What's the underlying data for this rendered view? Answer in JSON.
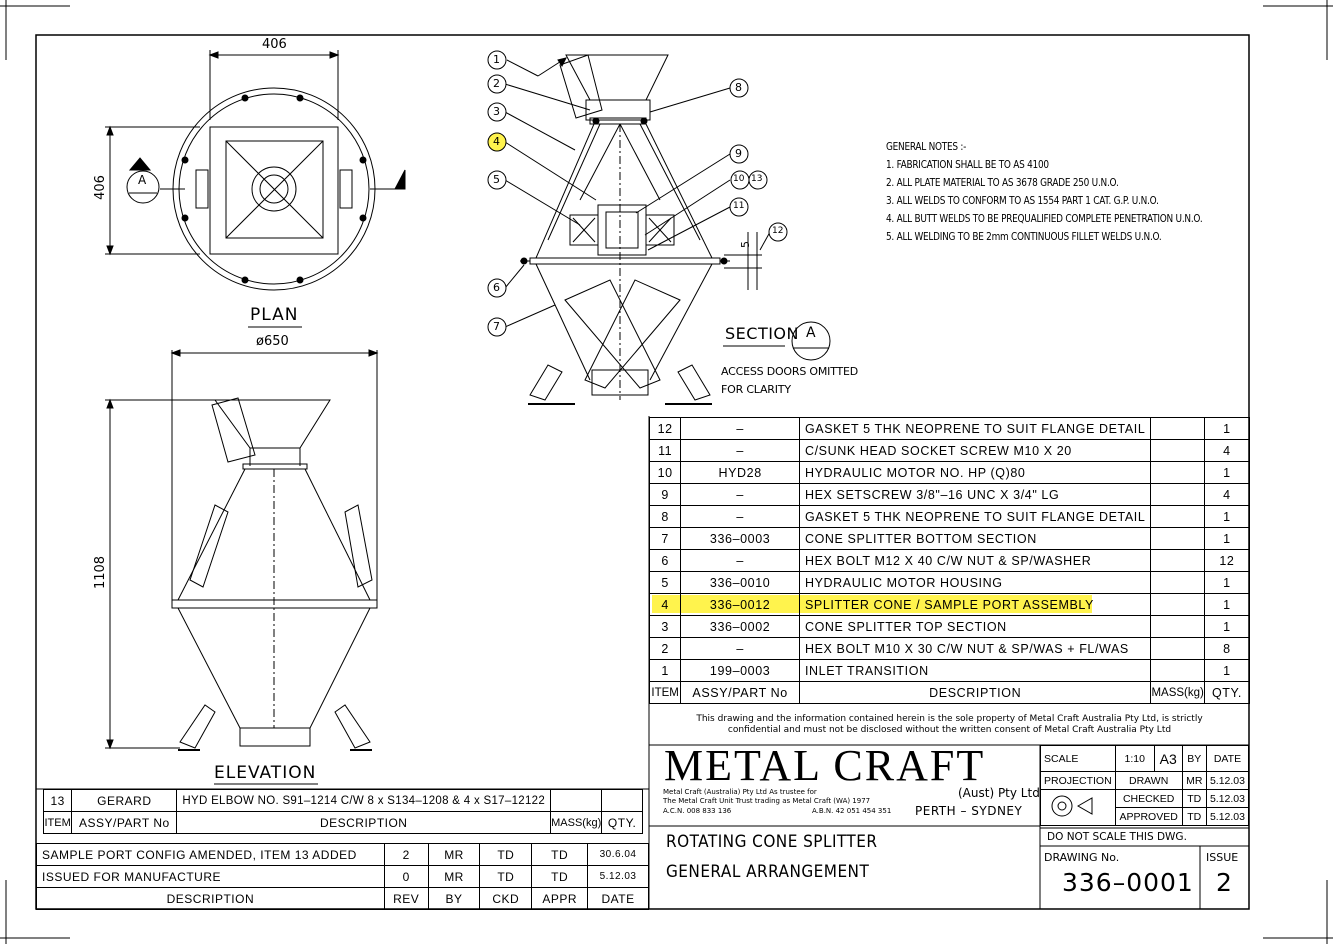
{
  "views": {
    "plan": {
      "label": "PLAN",
      "dim_width": "406",
      "dim_height": "406",
      "dim_dia": "ø650",
      "section_marker": "A"
    },
    "elevation": {
      "label": "ELEVATION",
      "dim_height": "1108"
    },
    "section": {
      "label": "SECTION",
      "marker": "A",
      "note_line1": "ACCESS DOORS OMITTED",
      "note_line2": "FOR CLARITY",
      "weld_size": "5"
    }
  },
  "balloons": [
    "1",
    "2",
    "3",
    "4",
    "5",
    "6",
    "7",
    "8",
    "9",
    "10",
    "13",
    "11",
    "12"
  ],
  "highlight_color": "#fff34d",
  "general_notes": {
    "heading": "GENERAL NOTES :-",
    "items": [
      "1. FABRICATION SHALL BE TO AS 4100",
      "2. ALL PLATE MATERIAL TO AS 3678 GRADE 250 U.N.O.",
      "3. ALL WELDS TO CONFORM TO AS 1554 PART 1 CAT. G.P. U.N.O.",
      "4. ALL BUTT WELDS TO BE PREQUALIFIED COMPLETE PENETRATION U.N.O.",
      "5. ALL WELDING TO BE 2mm CONTINUOUS FILLET WELDS U.N.O."
    ]
  },
  "bom": {
    "rows": [
      {
        "item": "12",
        "part": "–",
        "desc": "GASKET 5 THK NEOPRENE TO SUIT FLANGE DETAIL",
        "mass": "",
        "qty": "1"
      },
      {
        "item": "11",
        "part": "–",
        "desc": "C/SUNK HEAD SOCKET SCREW M10 X 20",
        "mass": "",
        "qty": "4"
      },
      {
        "item": "10",
        "part": "HYD28",
        "desc": "HYDRAULIC MOTOR NO. HP (Q)80",
        "mass": "",
        "qty": "1"
      },
      {
        "item": "9",
        "part": "–",
        "desc": "HEX SETSCREW 3/8\"–16 UNC X 3/4\" LG",
        "mass": "",
        "qty": "4"
      },
      {
        "item": "8",
        "part": "–",
        "desc": "GASKET 5 THK NEOPRENE TO SUIT FLANGE DETAIL",
        "mass": "",
        "qty": "1"
      },
      {
        "item": "7",
        "part": "336–0003",
        "desc": "CONE SPLITTER BOTTOM SECTION",
        "mass": "",
        "qty": "1"
      },
      {
        "item": "6",
        "part": "–",
        "desc": "HEX BOLT M12 X 40 C/W NUT & SP/WASHER",
        "mass": "",
        "qty": "12"
      },
      {
        "item": "5",
        "part": "336–0010",
        "desc": "HYDRAULIC MOTOR HOUSING",
        "mass": "",
        "qty": "1"
      },
      {
        "item": "4",
        "part": "336–0012",
        "desc": "SPLITTER CONE / SAMPLE PORT ASSEMBLY",
        "mass": "",
        "qty": "1"
      },
      {
        "item": "3",
        "part": "336–0002",
        "desc": "CONE SPLITTER TOP SECTION",
        "mass": "",
        "qty": "1"
      },
      {
        "item": "2",
        "part": "–",
        "desc": "HEX BOLT M10 X 30 C/W NUT & SP/WAS + FL/WAS",
        "mass": "",
        "qty": "8"
      },
      {
        "item": "1",
        "part": "199–0003",
        "desc": "INLET TRANSITION",
        "mass": "",
        "qty": "1"
      }
    ],
    "headers": {
      "item": "ITEM",
      "part": "ASSY/PART No",
      "desc": "DESCRIPTION",
      "mass": "MASS(kg)",
      "qty": "QTY."
    }
  },
  "bom_extra": {
    "row": {
      "item": "13",
      "part": "GERARD",
      "desc": "HYD ELBOW NO. S91–1214 C/W 8 x S134–1208 & 4 x S17–12122",
      "mass": "",
      "qty": ""
    },
    "headers": {
      "item": "ITEM",
      "part": "ASSY/PART No",
      "desc": "DESCRIPTION",
      "mass": "MASS(kg)",
      "qty": "QTY."
    }
  },
  "revisions": {
    "rows": [
      {
        "desc": "SAMPLE PORT CONFIG AMENDED, ITEM 13 ADDED",
        "rev": "2",
        "by": "MR",
        "ckd": "TD",
        "appr": "TD",
        "date": "30.6.04"
      },
      {
        "desc": "ISSUED FOR MANUFACTURE",
        "rev": "0",
        "by": "MR",
        "ckd": "TD",
        "appr": "TD",
        "date": "5.12.03"
      }
    ],
    "headers": {
      "desc": "DESCRIPTION",
      "rev": "REV",
      "by": "BY",
      "ckd": "CKD",
      "appr": "APPR",
      "date": "DATE"
    }
  },
  "confidential": {
    "line1": "This drawing and the information contained herein is the sole property of Metal Craft Australia Pty Ltd, is strictly",
    "line2": "confidential and must not be disclosed without the written consent of Metal Craft Australia Pty Ltd"
  },
  "company": {
    "logo": "METAL CRAFT",
    "suffix": "(Aust) Pty Ltd",
    "locations": "PERTH – SYDNEY",
    "small1": "Metal Craft (Australia) Pty Ltd As trustee for",
    "small2": "The Metal Craft Unit Trust trading as Metal Craft (WA) 1977",
    "acn": "A.C.N. 008 833 136",
    "abn": "A.B.N. 42 051 454 351"
  },
  "title_block": {
    "scale_label": "SCALE",
    "scale": "1:10",
    "size": "A3",
    "by_label": "BY",
    "date_label": "DATE",
    "projection_label": "PROJECTION",
    "drawn_label": "DRAWN",
    "drawn_by": "MR",
    "drawn_date": "5.12.03",
    "checked_label": "CHECKED",
    "checked_by": "TD",
    "checked_date": "5.12.03",
    "approved_label": "APPROVED",
    "approved_by": "TD",
    "approved_date": "5.12.03",
    "do_not_scale": "DO NOT SCALE THIS DWG.",
    "title1": "ROTATING CONE SPLITTER",
    "title2": "GENERAL ARRANGEMENT",
    "drawing_no_label": "DRAWING No.",
    "drawing_no": "336–0001",
    "issue_label": "ISSUE",
    "issue": "2"
  }
}
